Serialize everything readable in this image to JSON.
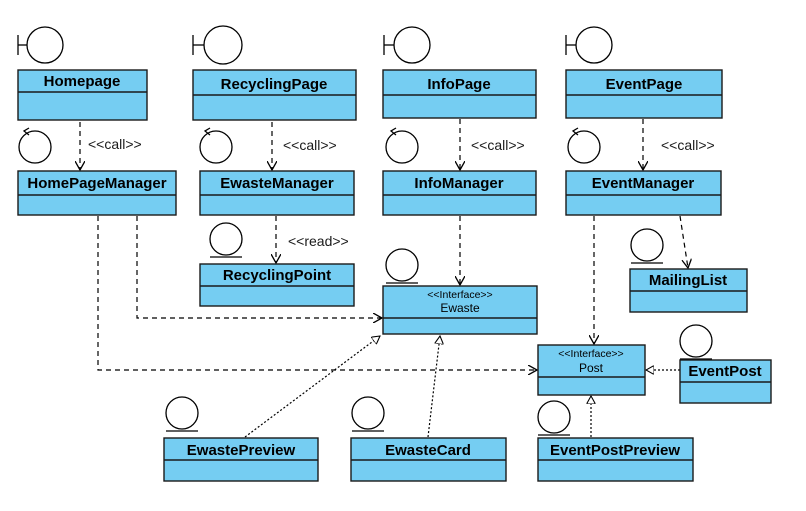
{
  "classes": {
    "homepage": "Homepage",
    "recycling_page": "RecyclingPage",
    "info_page": "InfoPage",
    "event_page": "EventPage",
    "homepage_manager": "HomePageManager",
    "ewaste_manager": "EwasteManager",
    "info_manager": "InfoManager",
    "event_manager": "EventManager",
    "recycling_point": "RecyclingPoint",
    "mailing_list": "MailingList",
    "ewaste_preview": "EwastePreview",
    "ewaste_card": "EwasteCard",
    "event_post_preview": "EventPostPreview",
    "event_post": "EventPost"
  },
  "interfaces": {
    "ewaste": {
      "stereotype": "<<Interface>>",
      "name": "Ewaste"
    },
    "post": {
      "stereotype": "<<Interface>>",
      "name": "Post"
    }
  },
  "edge_labels": {
    "call_1": "<<call>>",
    "call_2": "<<call>>",
    "call_3": "<<call>>",
    "call_4": "<<call>>",
    "read": "<<read>>"
  },
  "colors": {
    "box_fill": "#75cdf2",
    "outline": "#1a1a1a"
  },
  "icons": {
    "boundary": "boundary-icon",
    "control": "control-icon",
    "entity": "entity-icon"
  }
}
